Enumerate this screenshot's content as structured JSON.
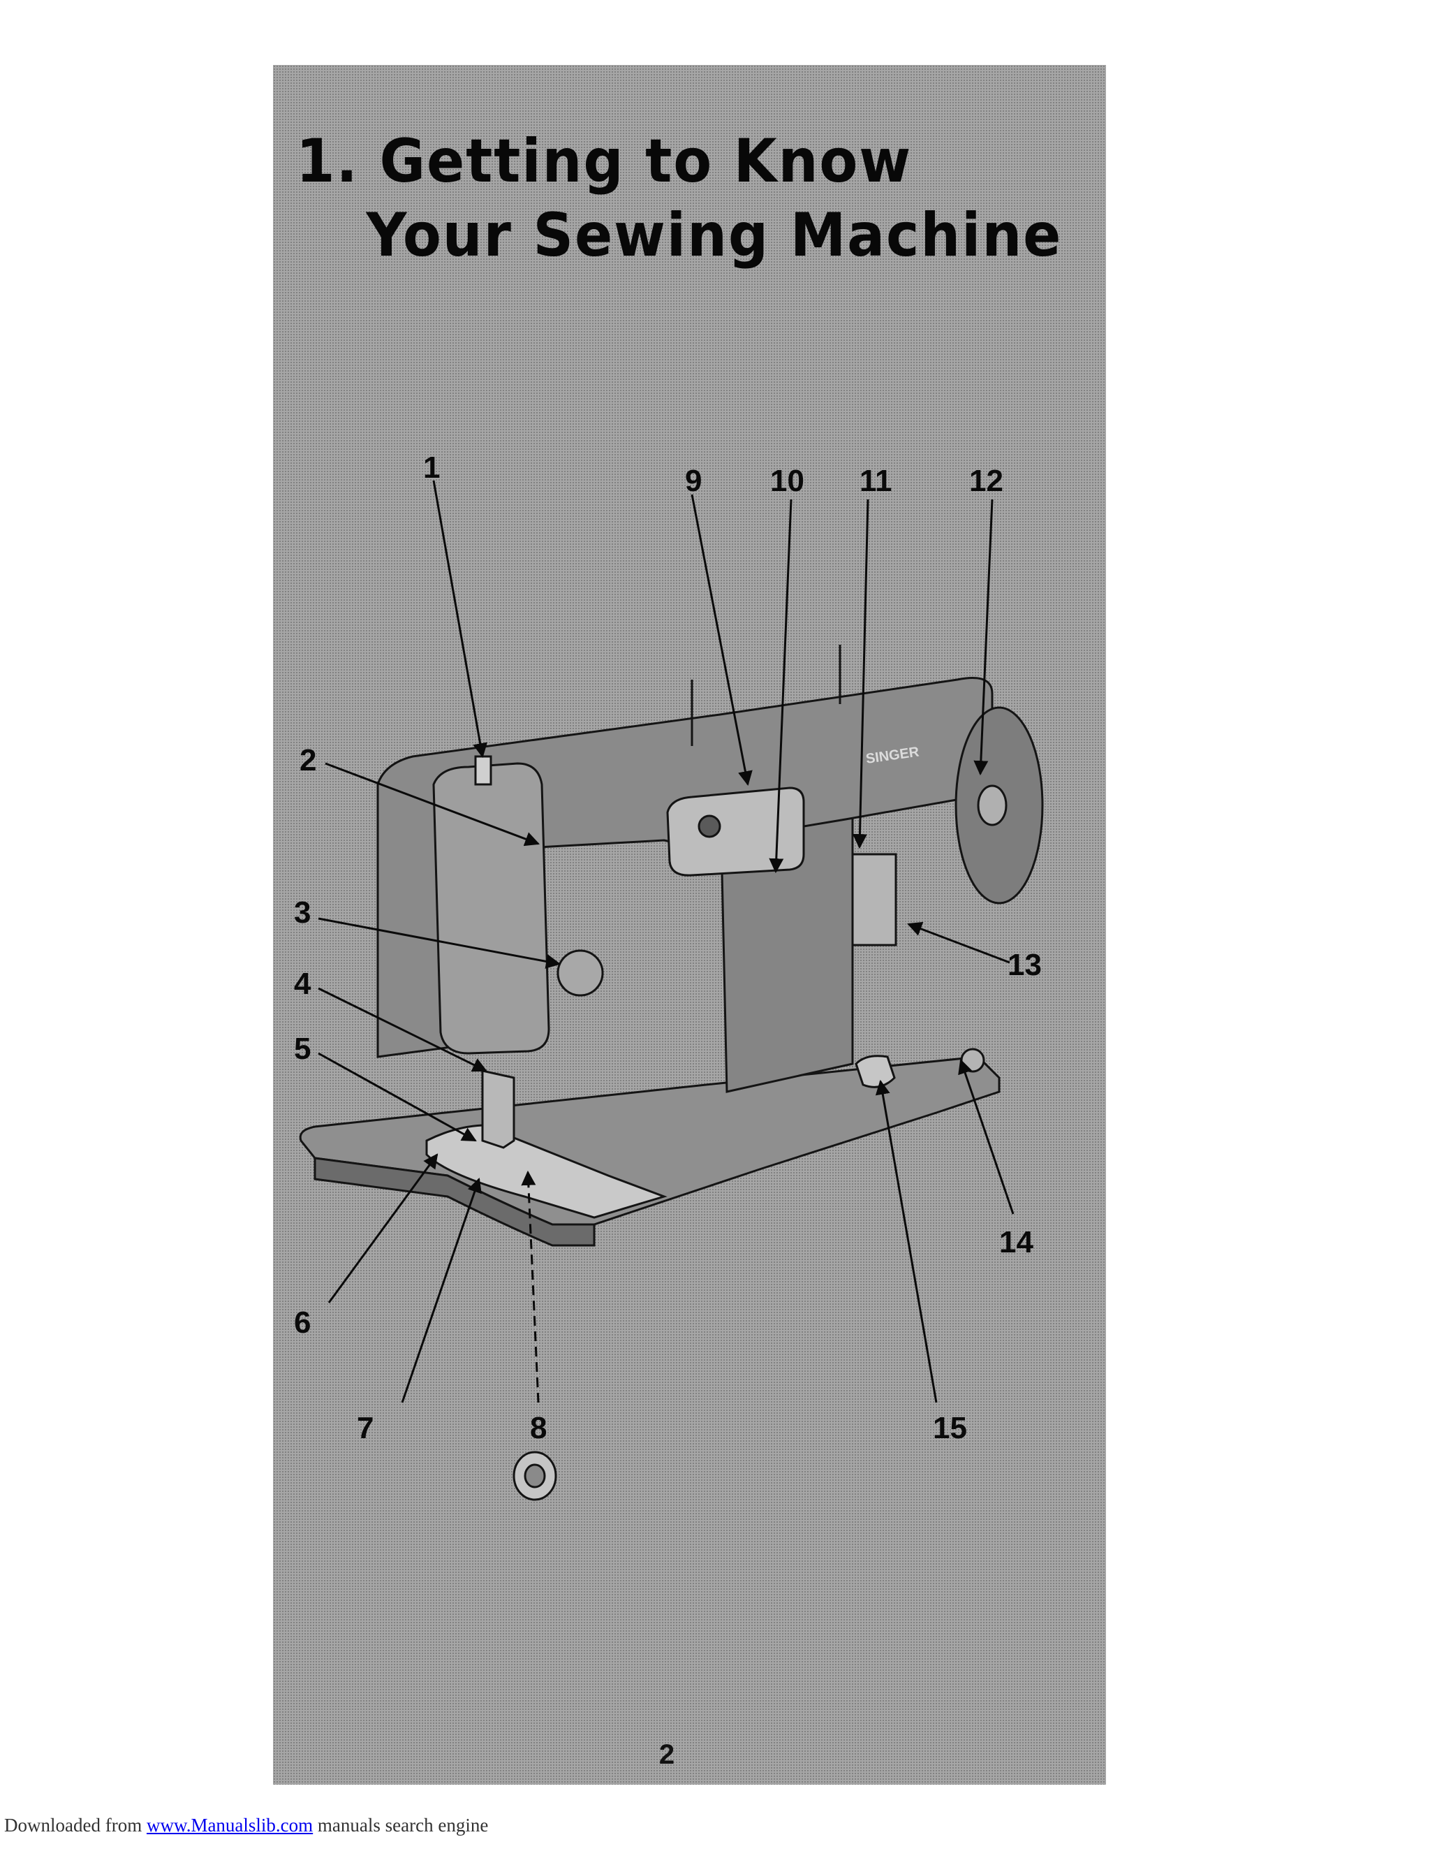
{
  "page": {
    "title_line1": "1. Getting to Know",
    "title_line2": "Your Sewing Machine",
    "page_number": "2"
  },
  "diagram": {
    "callouts": [
      "1",
      "2",
      "3",
      "4",
      "5",
      "6",
      "7",
      "8",
      "9",
      "10",
      "11",
      "12",
      "13",
      "14",
      "15"
    ],
    "brand_text": "SINGER"
  },
  "footer": {
    "prefix": "Downloaded from ",
    "link_text": "www.Manualslib.com",
    "suffix": " manuals search engine"
  },
  "colors": {
    "panel": "#a6a6a6",
    "ink": "#0a0a0a",
    "link": "#0000ee"
  }
}
